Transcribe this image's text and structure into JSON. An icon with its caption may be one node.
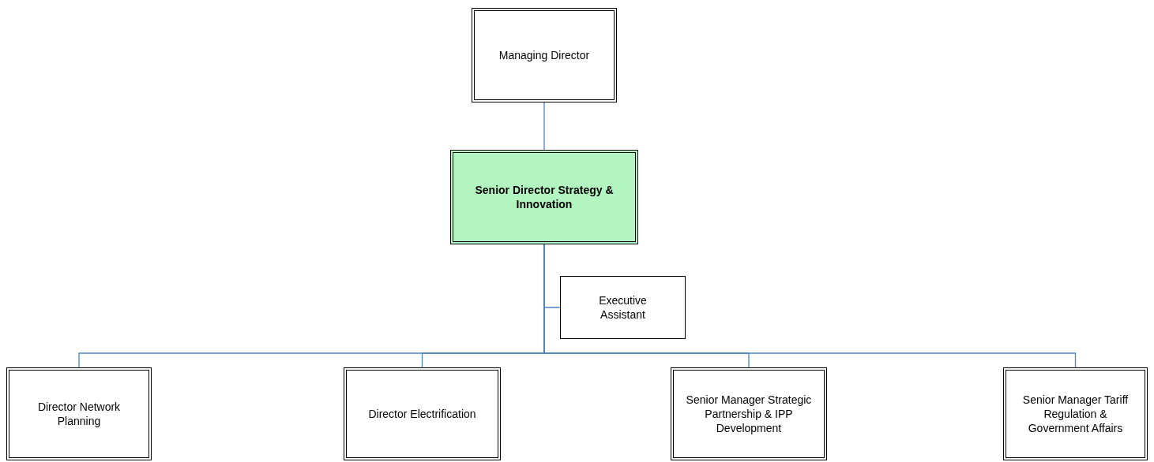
{
  "diagram": {
    "nodes": [
      {
        "text": [
          "Managing Director"
        ]
      },
      {
        "text": [
          "Senior Director Strategy & Innovation"
        ]
      },
      {
        "text": [
          "Executive Assistant"
        ]
      },
      {
        "text": [
          "Director Network Planning"
        ]
      },
      {
        "text": [
          "Director Electrification"
        ]
      },
      {
        "text": [
          "Senior Manager Strategic Partnership & IPP Development"
        ]
      },
      {
        "text": [
          "Senior Manager Tariff Regulation & Government Affairs"
        ]
      }
    ],
    "edges": [
      {
        "from": 0,
        "to": 1,
        "arrow": "none"
      },
      {
        "from": 1,
        "to": 2,
        "arrow": "none"
      },
      {
        "from": 1,
        "to": 3,
        "arrow": "none"
      },
      {
        "from": 1,
        "to": 4,
        "arrow": "none"
      },
      {
        "from": 1,
        "to": 5,
        "arrow": "none"
      },
      {
        "from": 1,
        "to": 6,
        "arrow": "none"
      }
    ]
  }
}
